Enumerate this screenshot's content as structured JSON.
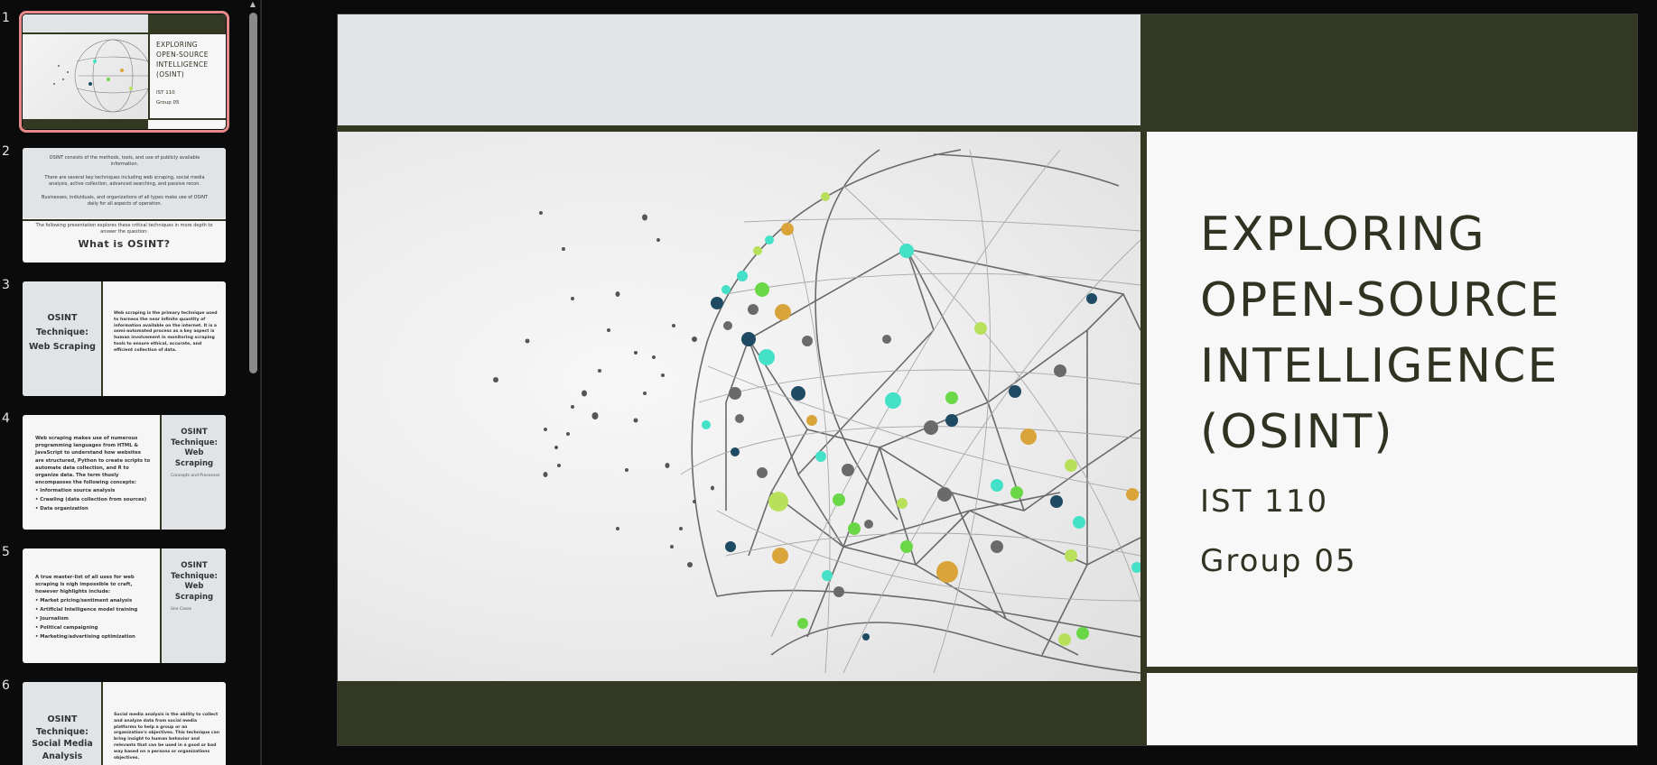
{
  "thumbnails": [
    {
      "number": "1",
      "layout": "title",
      "title": "EXPLORING OPEN-SOURCE INTELLIGENCE (OSINT)",
      "course": "IST 110",
      "group": "Group 05"
    },
    {
      "number": "2",
      "layout": "intro",
      "p1": "OSINT consists of the methods, tools, and use of publicly available information.",
      "p2": "There are several key techniques including web scraping, social media analysis, active collection, advanced searching, and passive recon.",
      "p3": "Businesses, individuals, and organizations of all types make use of OSINT daily for all aspects of operation.",
      "p4": "The following presentation explores these critical techniques in more depth to answer the question:",
      "title": "What is OSINT?"
    },
    {
      "number": "3",
      "layout": "left-title",
      "title": "OSINT Technique: Web Scraping",
      "body": "Web scraping is the primary technique used to harness the near infinite quantity of information available on the internet. It is a semi-automated process as a key aspect is human involvement in monitoring scraping tools to ensure ethical, accurate, and efficient collection of data."
    },
    {
      "number": "4",
      "layout": "right-title",
      "intro": "Web scraping makes use of numerous programming languages from HTML & JavaScript to understand how websites are structured, Python to create scripts to automate data collection, and R to organize data. The term thusly encompasses the following concepts:",
      "bullets": [
        "Information source analysis",
        "Crawling (data collection from sources)",
        "Data organization"
      ],
      "title": "OSINT Technique: Web Scraping",
      "subtitle": "Concepts and Processes"
    },
    {
      "number": "5",
      "layout": "right-title",
      "intro": "A true master-list of all uses for web scraping is nigh impossible to craft, however highlights include:",
      "bullets": [
        "Market pricing/sentiment analysis",
        "Artificial Intelligence model training",
        "Journalism",
        "Political campaigning",
        "Marketing/advertising optimization"
      ],
      "title": "OSINT Technique: Web Scraping",
      "subtitle": "Use Cases"
    },
    {
      "number": "6",
      "layout": "left-title",
      "title": "OSINT Technique: Social Media Analysis",
      "body": "Social media analysis is the ability to collect and analyze data from social media platforms to help a group or an organization's objectives. This technique can bring insight to human behavior and relevants that can be used in a good or bad way based on a persons or organizations objectives."
    }
  ],
  "slide": {
    "title": "EXPLORING\nOPEN-SOURCE\nINTELLIGENCE\n(OSINT)",
    "course": "IST 110",
    "group": "Group 05"
  },
  "colors": {
    "accent_dark": "#323822",
    "selection_border": "#e98a8a",
    "title_text": "#2f3322",
    "band_grey": "#e1e5e8"
  },
  "icons": {
    "scroll_up": "caret-up-icon",
    "globe": "network-globe-image"
  }
}
